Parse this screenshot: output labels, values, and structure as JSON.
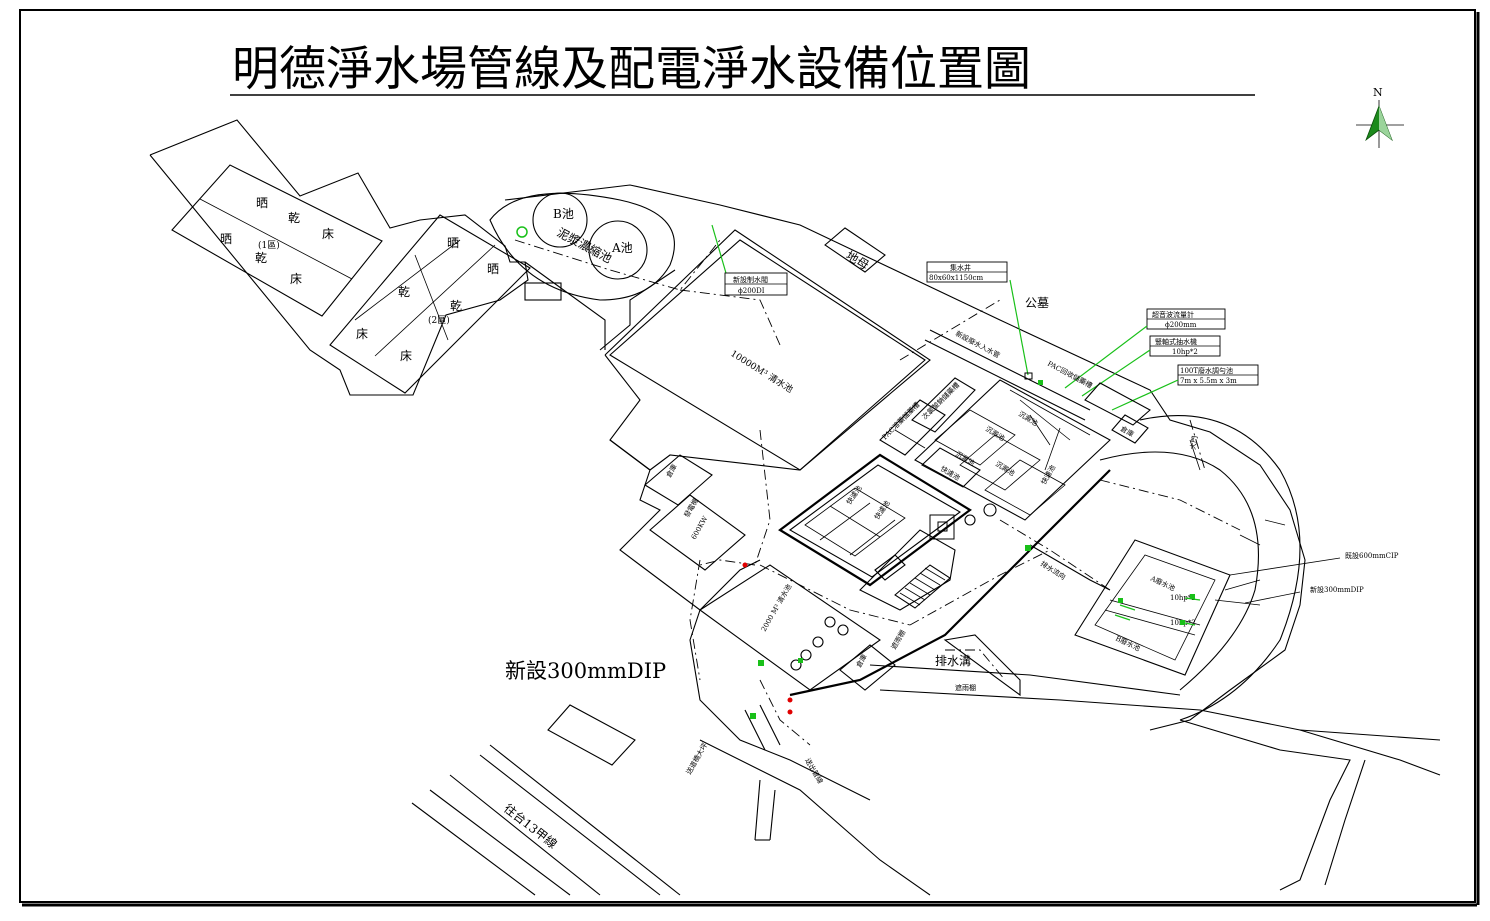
{
  "title": "明德淨水場管線及配電淨水設備位置圖",
  "north": "N",
  "colors": {
    "line": "#000000",
    "green": "#19c019",
    "red": "#e00000",
    "compass": "#1c8a1c"
  },
  "labels": {
    "dry_bed_1a": "晒",
    "dry_bed_1b": "乾",
    "dry_bed_1c": "床",
    "dry_bed_1_zone": "(1區)",
    "dry_bed_2_zone": "(2區)",
    "pool_b": "B池",
    "pool_a": "A池",
    "thickener": "泥漿濃縮池",
    "earth_god": "地母",
    "new_valve": "新設制水閥",
    "new_valve_size": "ϕ200DI",
    "well": "集水井",
    "well_size": "80x60x1150cm",
    "cemetery": "公墓",
    "ultrasonic": "超音波流量計",
    "ultrasonic_size": "ϕ200mm",
    "pump": "豎軸式抽水機",
    "pump_size": "10hp*2",
    "regulating": "100T廢水調勻池",
    "regulating_size": "7m x 5.5m x 3m",
    "reservoir_10000": "10000M³ 清水池",
    "pac_room": "PAC溶藥儲藥槽",
    "chlorine": "次氯酸鈉儲藥槽",
    "sed1": "沉澱池",
    "sed2": "沉澱池",
    "sed3": "沉澱池",
    "sed4": "沉澱池",
    "filter": "快濾池",
    "filter2": "快濾池",
    "warehouse1": "倉庫",
    "warehouse2": "倉庫",
    "warehouse3": "倉庫",
    "generator": "發電機",
    "generator_size": "600KW",
    "reservoir_2000": "2000 M³ 清水池",
    "wastewater_a": "A廢水池",
    "wastewater_b": "B廢水池",
    "existing_600": "既設600mmCIP",
    "new_300_right": "新設300mmDIP",
    "new_300_main": "新設300mmDIP",
    "road": "往台13甲線",
    "bridge": "送道橋大坪",
    "outlet": "送出管線",
    "ditch": "排水溝",
    "inlet": "新設廢水入水管",
    "recovery": "PAC回收儲藥槽",
    "canopy": "遮雨棚",
    "gate": "大門",
    "drain": "排水流向"
  }
}
